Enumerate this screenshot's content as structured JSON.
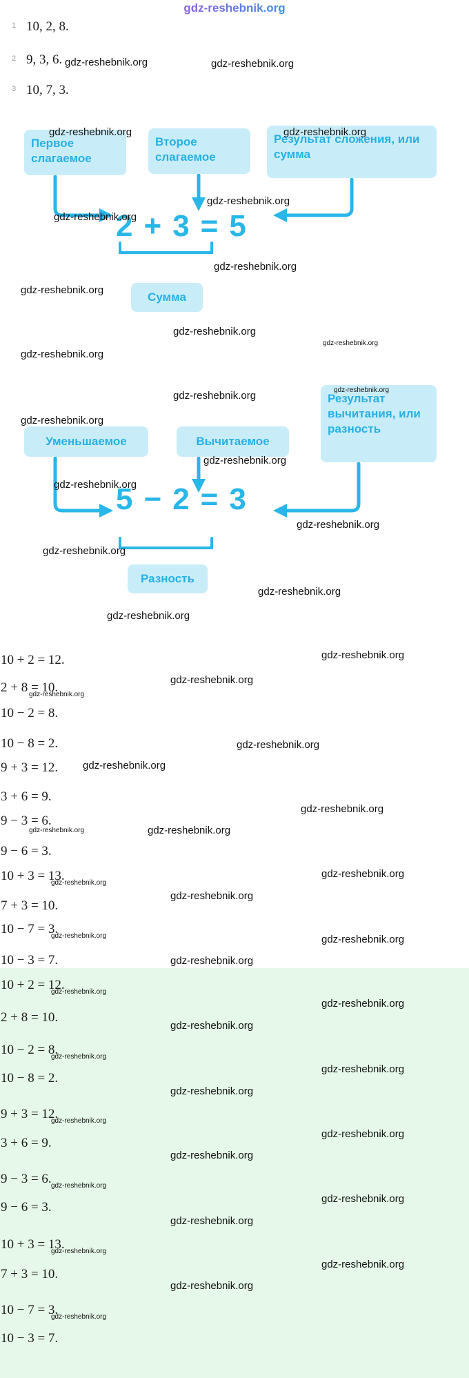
{
  "site": {
    "watermark": "gdz-reshebnik.org"
  },
  "task": {
    "items": [
      {
        "num": "1",
        "text": "10, 2, 8."
      },
      {
        "num": "2",
        "text": "9, 3, 6."
      },
      {
        "num": "3",
        "text": "10, 7, 3."
      }
    ]
  },
  "addition": {
    "first_addend_label": "Первое слагаемое",
    "second_addend_label": "Второе слагаемое",
    "result_label": "Результат сложения, или сумма",
    "equation": [
      "2",
      "+",
      "3",
      "=",
      "5"
    ],
    "bottom_label": "Сумма"
  },
  "subtraction": {
    "minuend_label": "Уменьшаемое",
    "subtrahend_label": "Вычитаемое",
    "result_label": "Результат вычитания, или разность",
    "equation": [
      "5",
      "−",
      "2",
      "=",
      "3"
    ],
    "bottom_label": "Разность"
  },
  "examples": [
    "10 + 2 = 12.",
    "2 + 8 = 10.",
    "10 − 2 = 8.",
    "10 − 8 = 2.",
    "9 + 3 = 12.",
    "3 + 6 = 9.",
    "9 − 3 = 6.",
    "9 − 6 = 3.",
    "10 + 3 = 13.",
    "7 + 3 = 10.",
    "10 − 7 = 3.",
    "10 − 3 = 7."
  ],
  "examples_repeat": [
    "10 + 2 = 12.",
    "2 + 8 = 10.",
    "10 − 2 = 8.",
    "10 − 8 = 2.",
    "9 + 3 = 12.",
    "3 + 6 = 9.",
    "9 − 3 = 6.",
    "9 − 6 = 3.",
    "10 + 3 = 13.",
    "7 + 3 = 10.",
    "10 − 7 = 3.",
    "10 − 3 = 7."
  ],
  "colors": {
    "accent": "#29b6e8",
    "label_box_bg": "#c9edf8",
    "highlight_bg": "#e6f8e9",
    "header_gradient_start": "#8a63e0",
    "header_gradient_end": "#3f8fe8"
  }
}
